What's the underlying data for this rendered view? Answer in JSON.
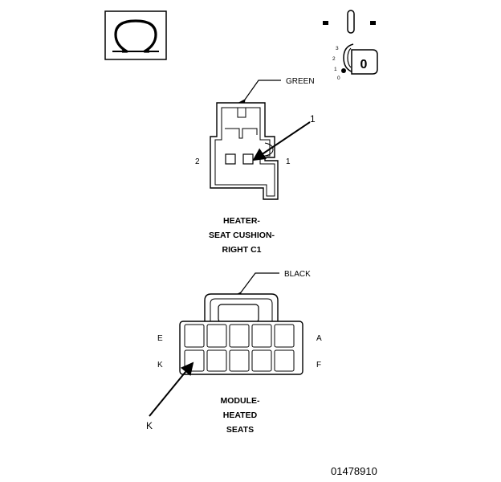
{
  "ohm_symbol": "Ω",
  "ignition": {
    "left_mark": "▪",
    "right_mark": "▪",
    "key_positions": [
      "3",
      "2",
      "1",
      "0"
    ],
    "key_symbol": "0"
  },
  "connector_c1": {
    "color_label": "GREEN",
    "callout_number": "1",
    "pin_left": "2",
    "pin_right": "1",
    "caption_lines": [
      "HEATER-",
      "SEAT CUSHION-",
      "RIGHT C1"
    ]
  },
  "connector_module": {
    "color_label": "BLACK",
    "pin_top_left": "E",
    "pin_top_right": "A",
    "pin_bottom_left": "K",
    "pin_bottom_right": "F",
    "callout_letter": "K",
    "caption_lines": [
      "MODULE-",
      "HEATED",
      "SEATS"
    ]
  },
  "figure_number": "01478910"
}
